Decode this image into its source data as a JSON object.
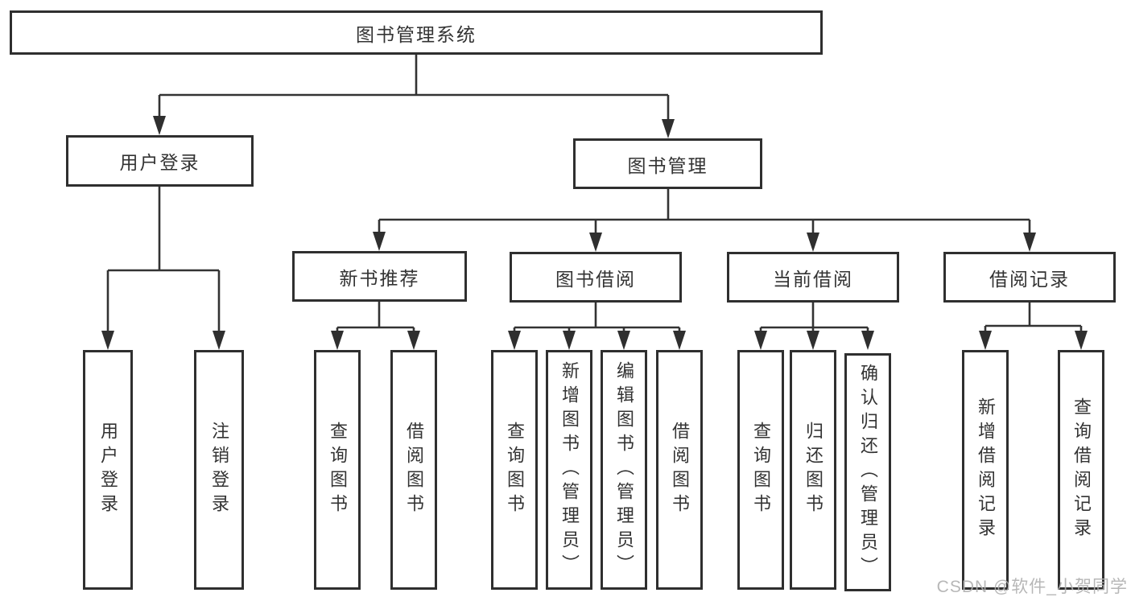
{
  "watermark": "CSDN @软件_小贺同学",
  "colors": {
    "line": "#333333",
    "box_border": "#2f2f2f",
    "text": "#333333",
    "watermark": "#b0b0b0"
  },
  "tree": {
    "root": {
      "label": "图书管理系统"
    },
    "branches": [
      {
        "label": "用户登录",
        "children": [
          {
            "label": "用户登录"
          },
          {
            "label": "注销登录"
          }
        ]
      },
      {
        "label": "图书管理",
        "children": [
          {
            "label": "新书推荐",
            "children": [
              {
                "label": "查询图书"
              },
              {
                "label": "借阅图书"
              }
            ]
          },
          {
            "label": "图书借阅",
            "children": [
              {
                "label": "查询图书"
              },
              {
                "label": "新增图书（管理员）"
              },
              {
                "label": "编辑图书（管理员）"
              },
              {
                "label": "借阅图书"
              }
            ]
          },
          {
            "label": "当前借阅",
            "children": [
              {
                "label": "查询图书"
              },
              {
                "label": "归还图书"
              },
              {
                "label": "确认归还（管理员）"
              }
            ]
          },
          {
            "label": "借阅记录",
            "children": [
              {
                "label": "新增借阅记录"
              },
              {
                "label": "查询借阅记录"
              }
            ]
          }
        ]
      }
    ]
  }
}
